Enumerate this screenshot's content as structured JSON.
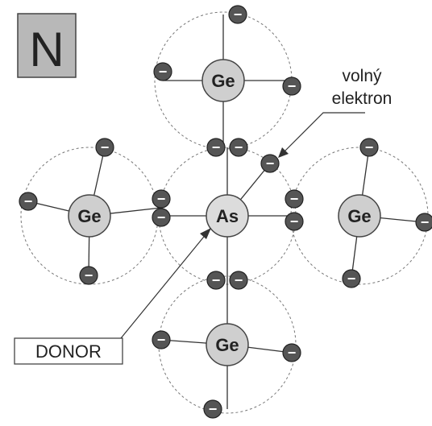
{
  "type_badge": {
    "label": "N"
  },
  "atoms": {
    "ge_top": "Ge",
    "ge_left": "Ge",
    "as_center": "As",
    "ge_right": "Ge",
    "ge_bottom": "Ge"
  },
  "labels": {
    "free_electron_line1": "volný",
    "free_electron_line2": "elektron",
    "donor": "DONOR"
  },
  "electron_symbol": "−",
  "colors": {
    "atom_fill": "#cfcfcf",
    "electron_fill": "#555555",
    "badge_fill": "#b8b8b8",
    "stroke": "#333333"
  }
}
